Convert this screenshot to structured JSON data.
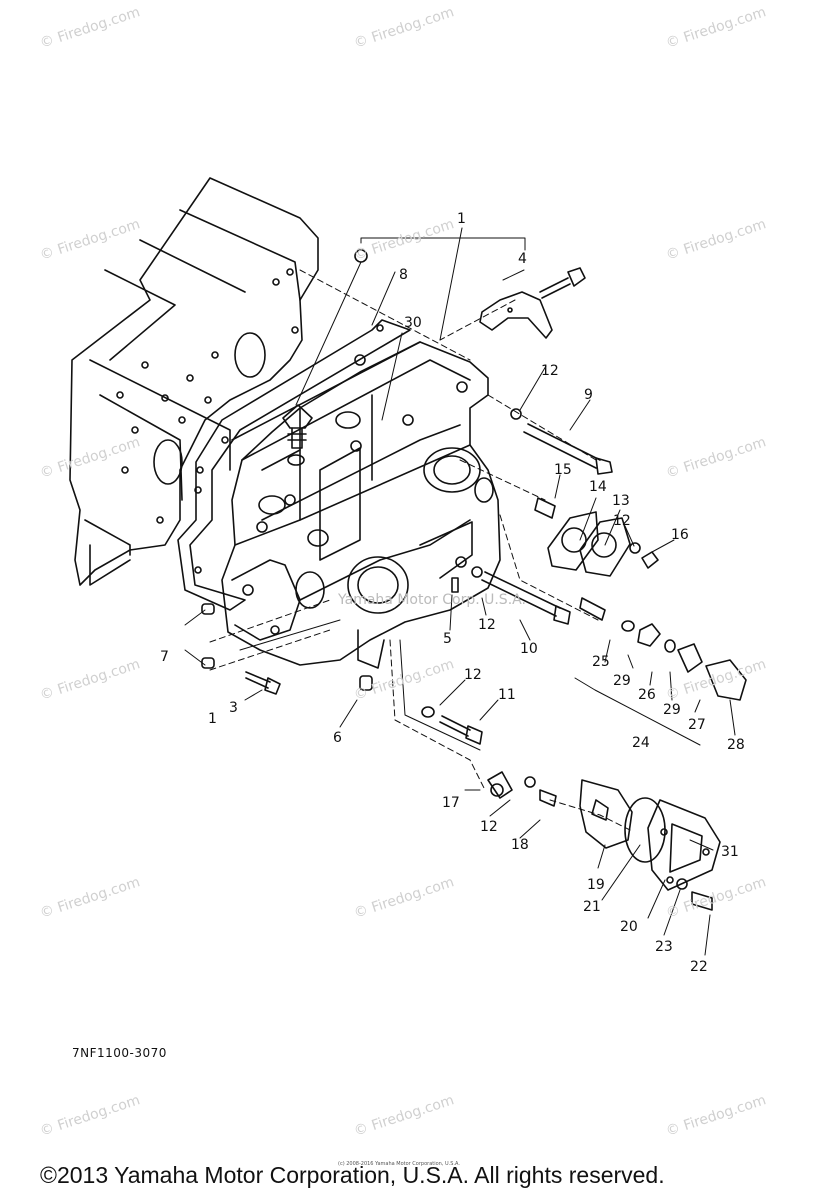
{
  "watermark": "© Firedog.com",
  "watermark_overlay": "Yamaha Motor Corp. U.S.A.",
  "part_code": "7NF1100-3070",
  "fine_print": "(c) 2008-2016 Yamaha Motor Corporation, U.S.A.",
  "copyright": "©2013 Yamaha Motor Corporation, U.S.A. All rights reserved.",
  "callouts": [
    {
      "id": "1a",
      "text": "1"
    },
    {
      "id": "4",
      "text": "4"
    },
    {
      "id": "8",
      "text": "8"
    },
    {
      "id": "30",
      "text": "30"
    },
    {
      "id": "12a",
      "text": "12"
    },
    {
      "id": "9",
      "text": "9"
    },
    {
      "id": "15",
      "text": "15"
    },
    {
      "id": "14",
      "text": "14"
    },
    {
      "id": "13",
      "text": "13"
    },
    {
      "id": "12b",
      "text": "12"
    },
    {
      "id": "16",
      "text": "16"
    },
    {
      "id": "7",
      "text": "7"
    },
    {
      "id": "5",
      "text": "5"
    },
    {
      "id": "12c",
      "text": "12"
    },
    {
      "id": "10",
      "text": "10"
    },
    {
      "id": "25",
      "text": "25"
    },
    {
      "id": "29a",
      "text": "29"
    },
    {
      "id": "26",
      "text": "26"
    },
    {
      "id": "29b",
      "text": "29"
    },
    {
      "id": "27",
      "text": "27"
    },
    {
      "id": "28",
      "text": "28"
    },
    {
      "id": "24",
      "text": "24"
    },
    {
      "id": "3",
      "text": "3"
    },
    {
      "id": "1b",
      "text": "1"
    },
    {
      "id": "6",
      "text": "6"
    },
    {
      "id": "12d",
      "text": "12"
    },
    {
      "id": "11",
      "text": "11"
    },
    {
      "id": "17",
      "text": "17"
    },
    {
      "id": "12e",
      "text": "12"
    },
    {
      "id": "18",
      "text": "18"
    },
    {
      "id": "19",
      "text": "19"
    },
    {
      "id": "31",
      "text": "31"
    },
    {
      "id": "21",
      "text": "21"
    },
    {
      "id": "20",
      "text": "20"
    },
    {
      "id": "23",
      "text": "23"
    },
    {
      "id": "22",
      "text": "22"
    }
  ]
}
